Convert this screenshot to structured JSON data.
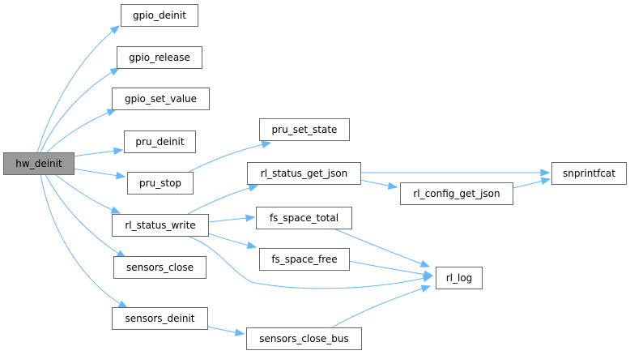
{
  "graph": {
    "colors": {
      "edge": "#63b8ff",
      "node_border": "#666666",
      "root_fill": "#999999",
      "node_fill": "#ffffff"
    },
    "nodes": [
      {
        "id": "hw_deinit",
        "label": "hw_deinit",
        "root": true
      },
      {
        "id": "gpio_deinit",
        "label": "gpio_deinit"
      },
      {
        "id": "gpio_release",
        "label": "gpio_release"
      },
      {
        "id": "gpio_set_value",
        "label": "gpio_set_value"
      },
      {
        "id": "pru_deinit",
        "label": "pru_deinit"
      },
      {
        "id": "pru_stop",
        "label": "pru_stop"
      },
      {
        "id": "rl_status_write",
        "label": "rl_status_write"
      },
      {
        "id": "sensors_close",
        "label": "sensors_close"
      },
      {
        "id": "sensors_deinit",
        "label": "sensors_deinit"
      },
      {
        "id": "pru_set_state",
        "label": "pru_set_state"
      },
      {
        "id": "rl_status_get_json",
        "label": "rl_status_get_json"
      },
      {
        "id": "fs_space_total",
        "label": "fs_space_total"
      },
      {
        "id": "fs_space_free",
        "label": "fs_space_free"
      },
      {
        "id": "sensors_close_bus",
        "label": "sensors_close_bus"
      },
      {
        "id": "rl_config_get_json",
        "label": "rl_config_get_json"
      },
      {
        "id": "rl_log",
        "label": "rl_log"
      },
      {
        "id": "snprintfcat",
        "label": "snprintfcat"
      }
    ],
    "edges": [
      {
        "from": "hw_deinit",
        "to": "gpio_deinit"
      },
      {
        "from": "hw_deinit",
        "to": "gpio_release"
      },
      {
        "from": "hw_deinit",
        "to": "gpio_set_value"
      },
      {
        "from": "hw_deinit",
        "to": "pru_deinit"
      },
      {
        "from": "hw_deinit",
        "to": "pru_stop"
      },
      {
        "from": "hw_deinit",
        "to": "rl_status_write"
      },
      {
        "from": "hw_deinit",
        "to": "sensors_close"
      },
      {
        "from": "hw_deinit",
        "to": "sensors_deinit"
      },
      {
        "from": "pru_stop",
        "to": "pru_set_state"
      },
      {
        "from": "rl_status_write",
        "to": "rl_status_get_json"
      },
      {
        "from": "rl_status_write",
        "to": "fs_space_total"
      },
      {
        "from": "rl_status_write",
        "to": "fs_space_free"
      },
      {
        "from": "rl_status_write",
        "to": "rl_log"
      },
      {
        "from": "rl_status_get_json",
        "to": "snprintfcat"
      },
      {
        "from": "rl_status_get_json",
        "to": "rl_config_get_json"
      },
      {
        "from": "rl_config_get_json",
        "to": "snprintfcat"
      },
      {
        "from": "fs_space_total",
        "to": "rl_log"
      },
      {
        "from": "fs_space_free",
        "to": "rl_log"
      },
      {
        "from": "sensors_deinit",
        "to": "sensors_close_bus"
      },
      {
        "from": "sensors_close_bus",
        "to": "rl_log"
      }
    ]
  }
}
